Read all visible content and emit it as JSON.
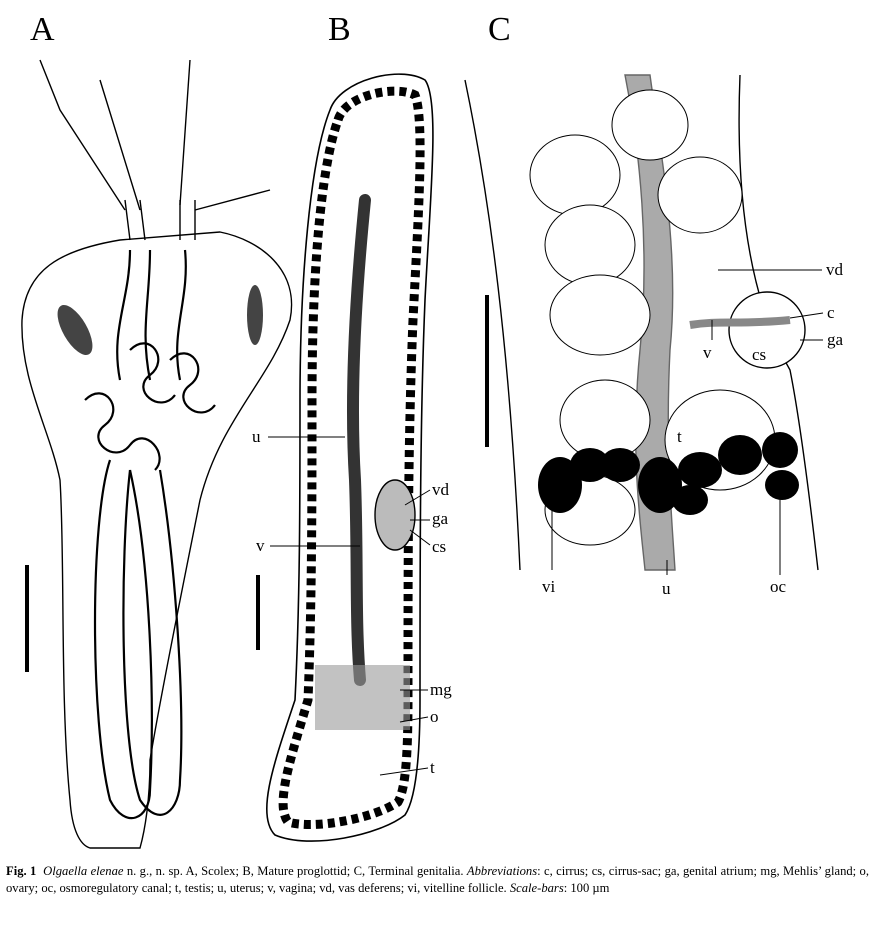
{
  "figure": {
    "panels": [
      {
        "id": "A",
        "title": "Scolex",
        "labels": []
      },
      {
        "id": "B",
        "title": "Mature proglottid",
        "labels": [
          "u",
          "vd",
          "v",
          "ga",
          "cs",
          "mg",
          "o",
          "t"
        ]
      },
      {
        "id": "C",
        "title": "Terminal genitalia",
        "labels": [
          "vd",
          "c",
          "ga",
          "cs",
          "v",
          "t",
          "vi",
          "u",
          "oc"
        ]
      }
    ]
  },
  "caption": {
    "fig_no": "Fig. 1",
    "species": "Olgaella elenae",
    "text1": " n. g., n. sp. A, Scolex; B, Mature proglottid; C, Terminal genitalia. ",
    "abbr_label": "Abbreviations",
    "abbr_text": ": c, cirrus; cs, cirrus-sac; ga, genital atrium; mg, Mehlis’ gland; o, ovary; oc, osmoregulatory canal; t, testis; u, uterus; v, vagina; vd, vas deferens; vi, vitelline follicle. ",
    "scale_label": "Scale-bars",
    "scale_text": ": 100 µm"
  }
}
